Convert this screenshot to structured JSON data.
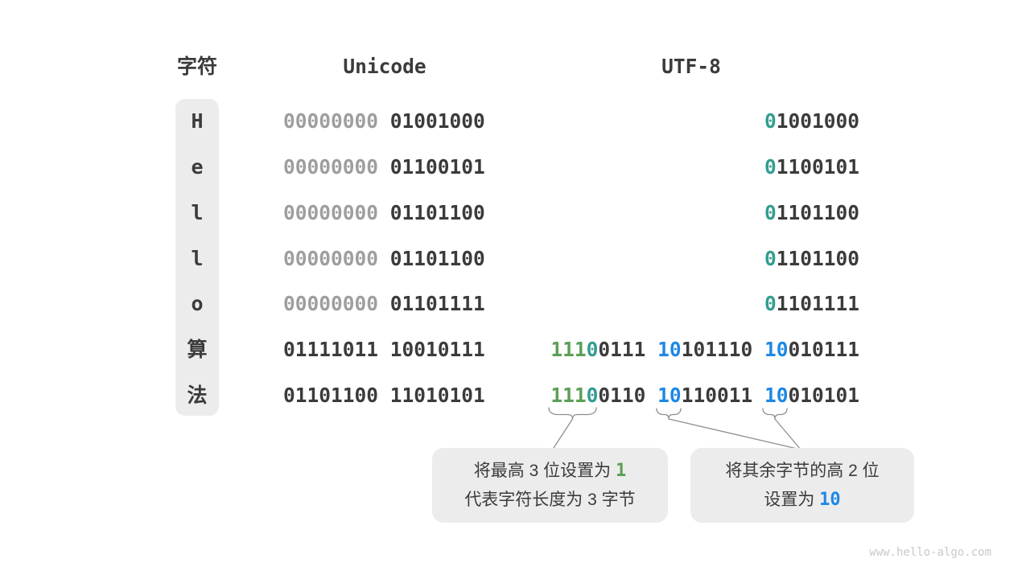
{
  "page": {
    "watermark": "www.hello-algo.com"
  },
  "colors": {
    "dark": "#3b3b3b",
    "faded": "#9e9e9e",
    "teal": "#329d8f",
    "green": "#5aa055",
    "blue": "#1e88e5",
    "box": "#ececec",
    "connector": "#8f8f8f",
    "watermark": "#c9c9c9"
  },
  "headers": {
    "char": "字符",
    "unicode": "Unicode",
    "utf8": "UTF-8"
  },
  "rows": [
    {
      "char": "H",
      "unicode": [
        {
          "bits": "00000000",
          "color": "faded"
        },
        {
          "bits": "01001000",
          "color": "dark"
        }
      ],
      "utf8": [
        [
          {
            "bits": "0",
            "color": "teal"
          },
          {
            "bits": "1001000",
            "color": "dark"
          }
        ]
      ]
    },
    {
      "char": "e",
      "unicode": [
        {
          "bits": "00000000",
          "color": "faded"
        },
        {
          "bits": "01100101",
          "color": "dark"
        }
      ],
      "utf8": [
        [
          {
            "bits": "0",
            "color": "teal"
          },
          {
            "bits": "1100101",
            "color": "dark"
          }
        ]
      ]
    },
    {
      "char": "l",
      "unicode": [
        {
          "bits": "00000000",
          "color": "faded"
        },
        {
          "bits": "01101100",
          "color": "dark"
        }
      ],
      "utf8": [
        [
          {
            "bits": "0",
            "color": "teal"
          },
          {
            "bits": "1101100",
            "color": "dark"
          }
        ]
      ]
    },
    {
      "char": "l",
      "unicode": [
        {
          "bits": "00000000",
          "color": "faded"
        },
        {
          "bits": "01101100",
          "color": "dark"
        }
      ],
      "utf8": [
        [
          {
            "bits": "0",
            "color": "teal"
          },
          {
            "bits": "1101100",
            "color": "dark"
          }
        ]
      ]
    },
    {
      "char": "o",
      "unicode": [
        {
          "bits": "00000000",
          "color": "faded"
        },
        {
          "bits": "01101111",
          "color": "dark"
        }
      ],
      "utf8": [
        [
          {
            "bits": "0",
            "color": "teal"
          },
          {
            "bits": "1101111",
            "color": "dark"
          }
        ]
      ]
    },
    {
      "char": "算",
      "unicode": [
        {
          "bits": "01111011",
          "color": "dark"
        },
        {
          "bits": "10010111",
          "color": "dark"
        }
      ],
      "utf8": [
        [
          {
            "bits": "111",
            "color": "green"
          },
          {
            "bits": "0",
            "color": "teal"
          },
          {
            "bits": "0111",
            "color": "dark"
          }
        ],
        [
          {
            "bits": "10",
            "color": "blue"
          },
          {
            "bits": "101110",
            "color": "dark"
          }
        ],
        [
          {
            "bits": "10",
            "color": "blue"
          },
          {
            "bits": "010111",
            "color": "dark"
          }
        ]
      ]
    },
    {
      "char": "法",
      "unicode": [
        {
          "bits": "01101100",
          "color": "dark"
        },
        {
          "bits": "11010101",
          "color": "dark"
        }
      ],
      "utf8": [
        [
          {
            "bits": "111",
            "color": "green"
          },
          {
            "bits": "0",
            "color": "teal"
          },
          {
            "bits": "0110",
            "color": "dark"
          }
        ],
        [
          {
            "bits": "10",
            "color": "blue"
          },
          {
            "bits": "110011",
            "color": "dark"
          }
        ],
        [
          {
            "bits": "10",
            "color": "blue"
          },
          {
            "bits": "010101",
            "color": "dark"
          }
        ]
      ]
    }
  ],
  "annotations": {
    "left": {
      "line1_prefix": "将最高 3 位设置为 ",
      "line1_highlight": "1",
      "line2": "代表字符长度为 3 字节"
    },
    "right": {
      "line1": "将其余字节的高 2 位",
      "line2_prefix": "设置为 ",
      "line2_highlight": "10"
    }
  }
}
